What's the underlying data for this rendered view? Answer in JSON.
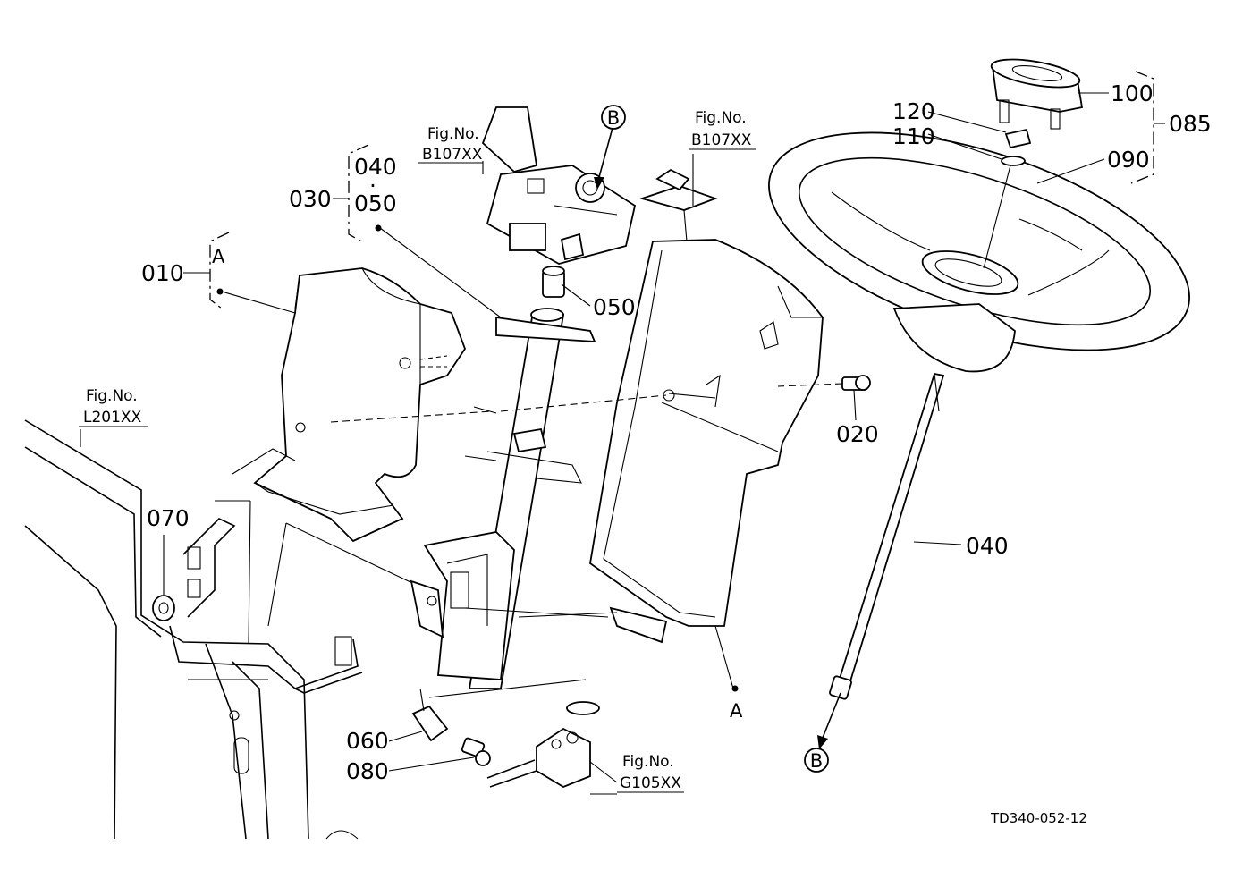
{
  "drawing_code": "TD340-052-12",
  "section_markers": {
    "a": "A",
    "b": "B"
  },
  "fig_refs": {
    "fig_no": "Fig.No.",
    "combo_switch": "B107XX",
    "steering_shaft": "B107XX",
    "frame": "L201XX",
    "joint": "G105XX"
  },
  "callouts": {
    "p010": "010",
    "p020": "020",
    "p030": "030",
    "p040a": "040",
    "p040b": "040",
    "p050a": "050",
    "p050b": "050",
    "sep_dot": "·",
    "p060": "060",
    "p070": "070",
    "p080": "080",
    "p085": "085",
    "p090": "090",
    "p100": "100",
    "p110": "110",
    "p120": "120"
  }
}
